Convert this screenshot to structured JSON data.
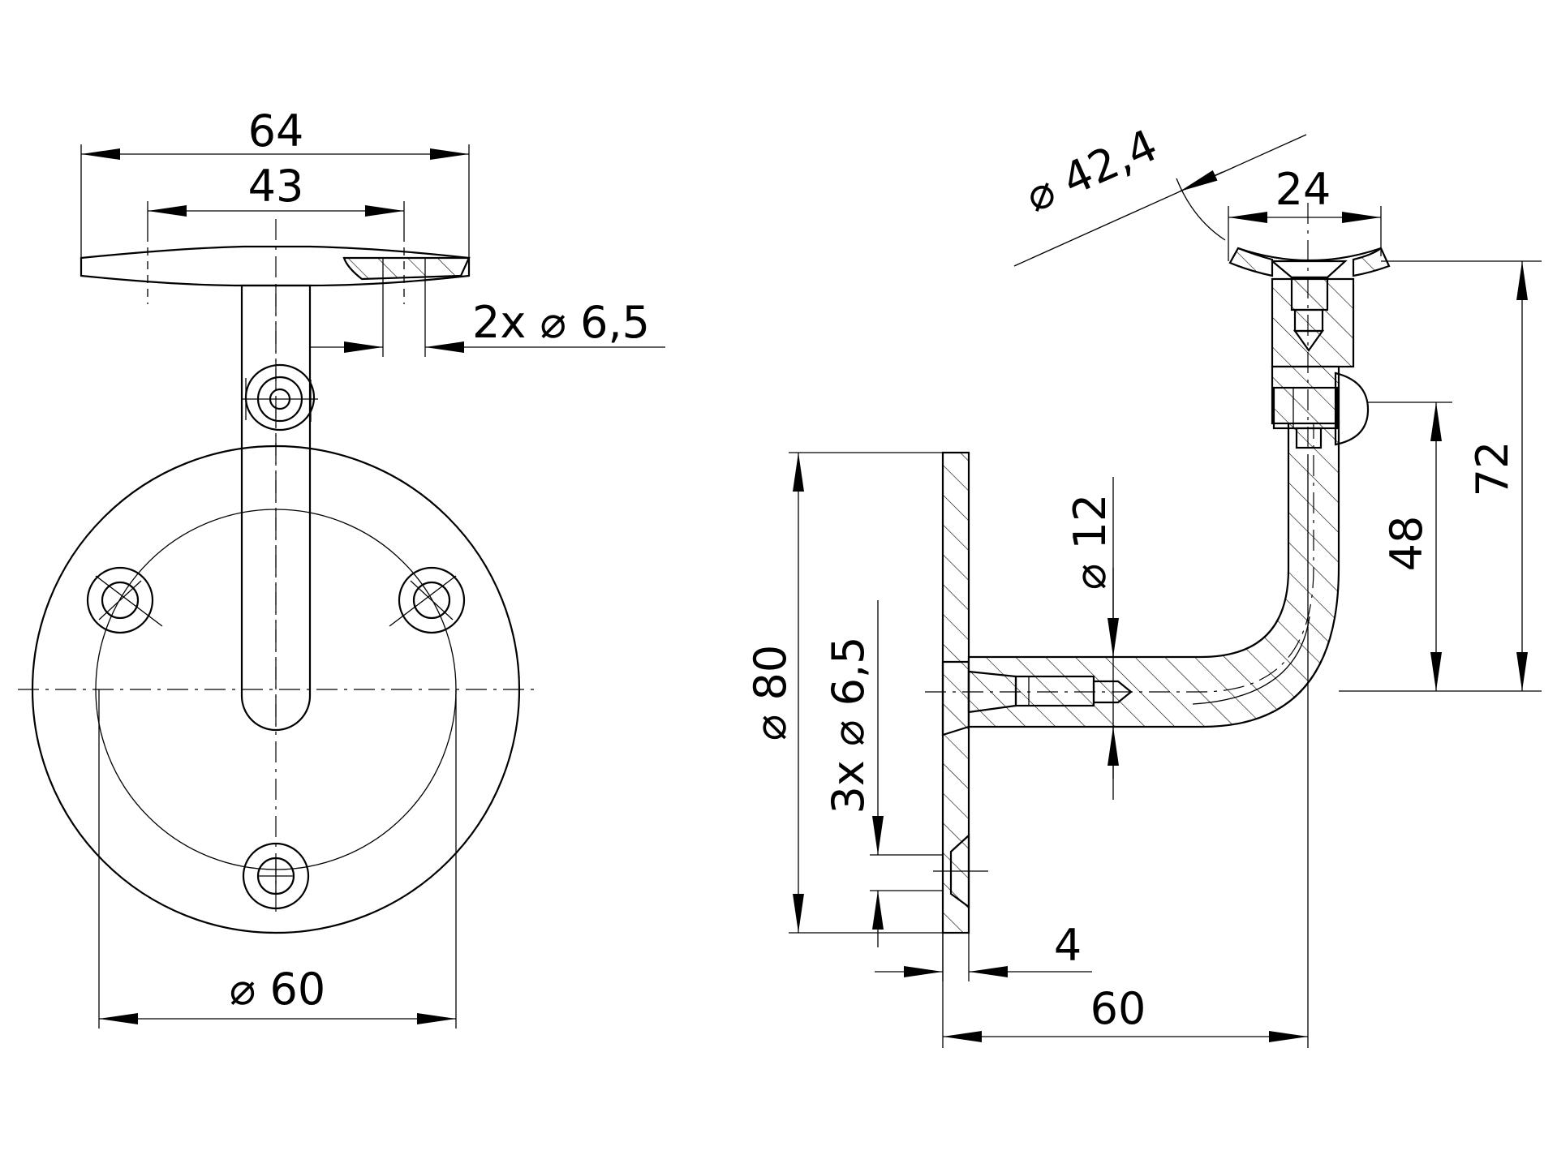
{
  "front_view": {
    "dim_top_width": "64",
    "dim_hole_spacing": "43",
    "dim_saddle_holes": "2x ⌀ 6,5",
    "dim_base_diameter": "⌀ 60"
  },
  "side_view": {
    "dim_handrail_diameter": "⌀ 42,4",
    "dim_saddle_width": "24",
    "dim_arm_diameter": "⌀ 12",
    "dim_total_height": "72",
    "dim_joint_height": "48",
    "dim_plate_diameter": "⌀ 80",
    "dim_plate_holes": "3x ⌀ 6,5",
    "dim_plate_thickness": "4",
    "dim_projection": "60"
  },
  "icons": [
    "diameter-symbol-icon",
    "arrowhead-icon"
  ]
}
